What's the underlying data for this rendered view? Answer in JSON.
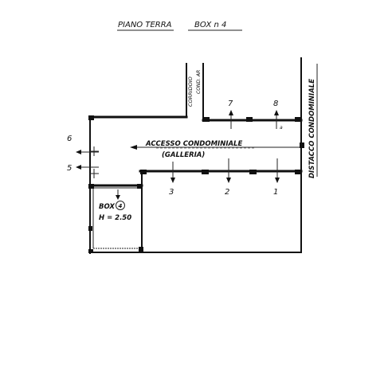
{
  "title": {
    "floor": "PIANO TERRA",
    "box": "BOX n 4"
  },
  "labels": {
    "corridoio": "CORRIDOIO",
    "cond": "COND. AR",
    "distacco": "DISTACCO CONDOMINIALE",
    "accesso": "ACCESSO CONDOMINIALE",
    "galleria": "(GALLERIA)",
    "box_name": "BOX",
    "box_number": "4",
    "box_height": "H = 2.50",
    "small_a": "a"
  },
  "numbers": {
    "n1": "1",
    "n2": "2",
    "n3": "3",
    "n4": "4",
    "n5": "5",
    "n6": "6",
    "n7": "7",
    "n8": "8"
  },
  "colors": {
    "ink": "#111111",
    "paper": "#ffffff"
  }
}
